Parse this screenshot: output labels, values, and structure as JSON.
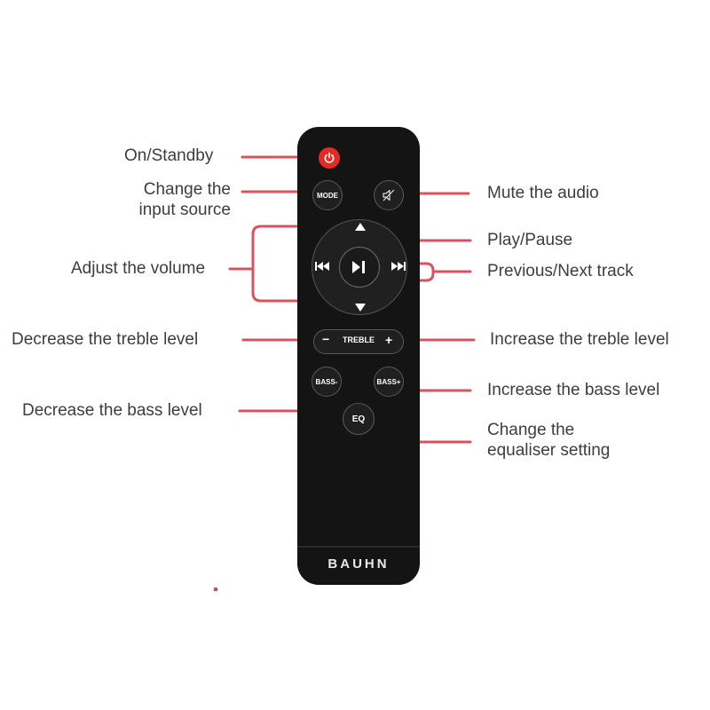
{
  "remote": {
    "brand": "BAUHN",
    "buttons": {
      "mode": "MODE",
      "treble": "TREBLE",
      "treble_minus": "−",
      "treble_plus": "+",
      "bass_minus": "BASS-",
      "bass_plus": "BASS+",
      "eq": "EQ"
    }
  },
  "labels": {
    "on_standby": "On/Standby",
    "input_source_line1": "Change the",
    "input_source_line2": "input source",
    "mute": "Mute the audio",
    "play_pause": "Play/Pause",
    "volume": "Adjust the volume",
    "prev_next": "Previous/Next track",
    "treble_decrease": "Decrease the treble level",
    "treble_increase": "Increase the treble level",
    "bass_increase": "Increase the bass level",
    "bass_decrease": "Decrease the bass level",
    "equaliser_line1": "Change the",
    "equaliser_line2": "equaliser setting"
  },
  "colors": {
    "leader": "#d5555f",
    "power": "#e32a26",
    "remote_body": "#141414"
  }
}
